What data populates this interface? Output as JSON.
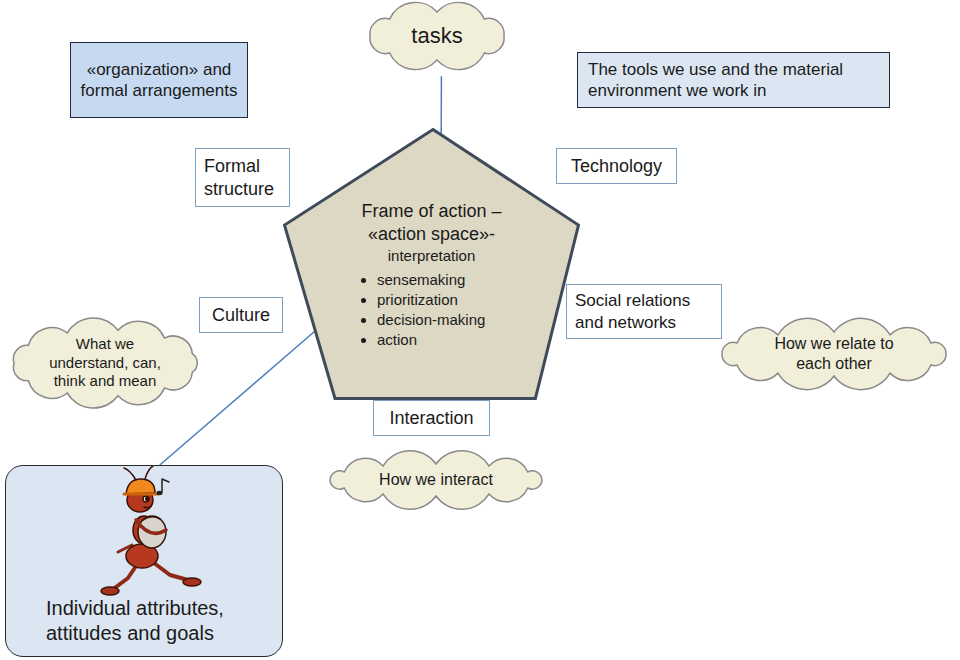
{
  "diagram": {
    "nodes": [
      {
        "text": [
          "«organization» and formal arrangements"
        ]
      },
      {
        "text": [
          "tasks"
        ]
      },
      {
        "text": [
          "The tools we use and the material environment we work in"
        ]
      },
      {
        "text": [
          "Formal structure"
        ]
      },
      {
        "text": [
          "Technology"
        ]
      },
      {
        "text": [
          "Frame of action – «action space»-",
          "interpretation",
          "sensemaking",
          "prioritization",
          "decision-making",
          "action"
        ]
      },
      {
        "text": [
          "Culture"
        ]
      },
      {
        "text": [
          "Social relations and networks"
        ]
      },
      {
        "text": [
          "What we understand, can, think and mean"
        ]
      },
      {
        "text": [
          "How we relate to each other"
        ]
      },
      {
        "text": [
          "Interaction"
        ]
      },
      {
        "text": [
          "How we interact"
        ]
      },
      {
        "text": [
          "Individual attributes, attitudes and goals"
        ]
      }
    ],
    "edges": [
      {
        "from": 1,
        "to": 5,
        "arrow": "to"
      },
      {
        "from": 12,
        "to": 5,
        "arrow": "to"
      }
    ]
  }
}
